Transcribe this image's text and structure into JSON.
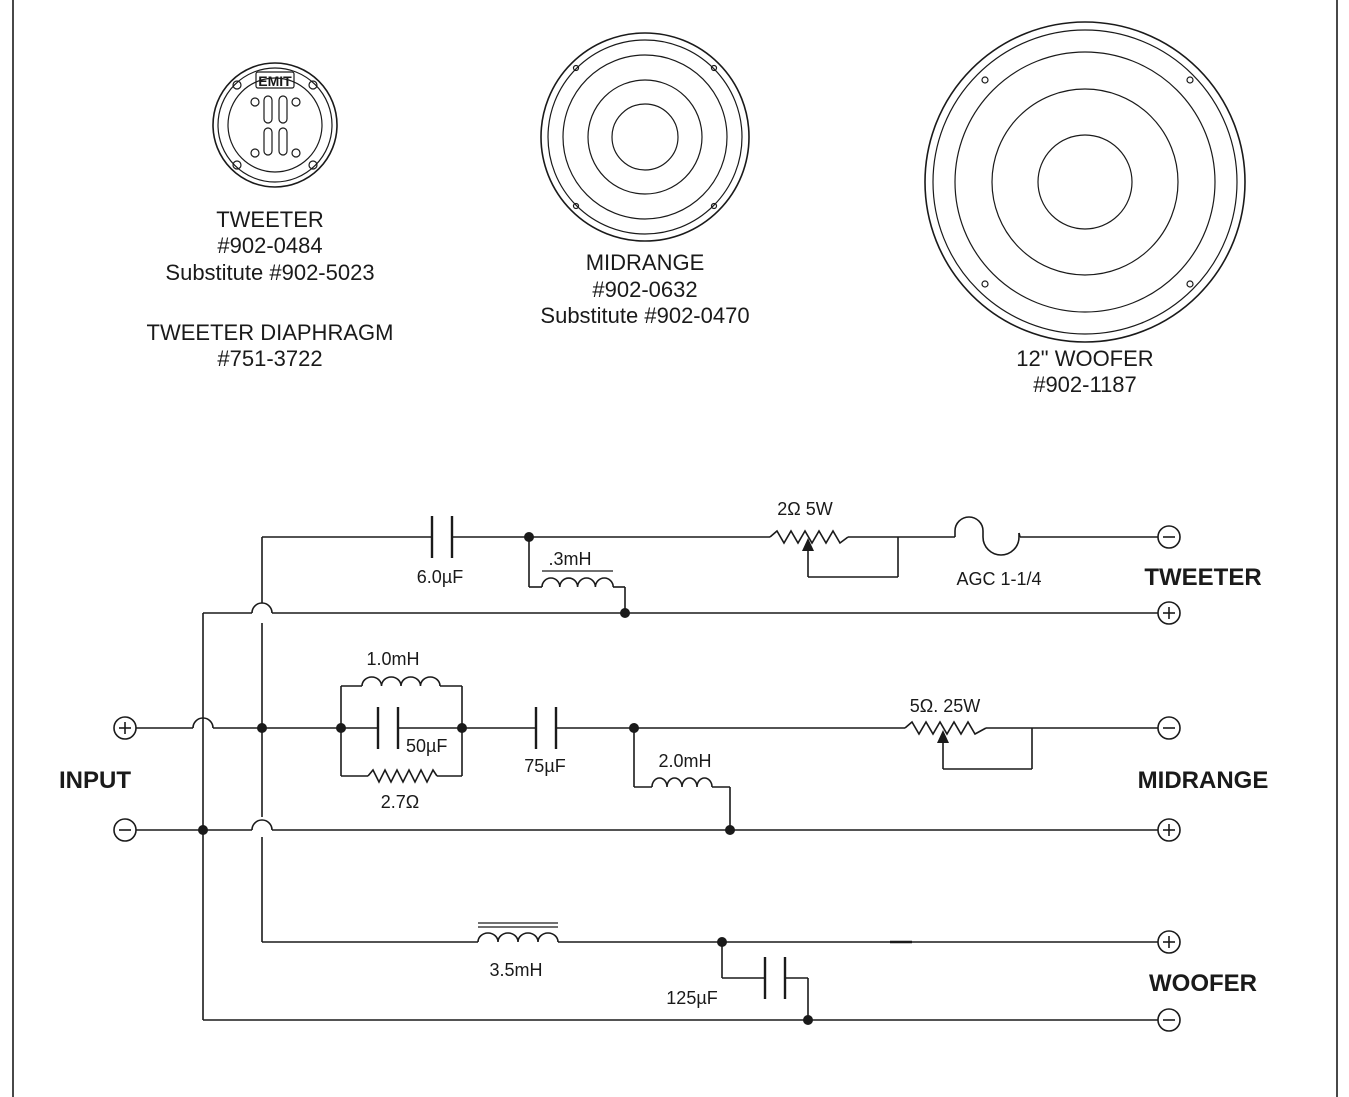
{
  "drivers": {
    "tweeter": {
      "logo": "EMIT",
      "name": "TWEETER",
      "part": "#902-0484",
      "substitute": "Substitute #902-5023",
      "diaphragm_name": "TWEETER DIAPHRAGM",
      "diaphragm_part": "#751-3722"
    },
    "midrange": {
      "name": "MIDRANGE",
      "part": "#902-0632",
      "substitute": "Substitute #902-0470"
    },
    "woofer": {
      "name": "12\" WOOFER",
      "part": "#902-1187"
    }
  },
  "schematic": {
    "input_label": "INPUT",
    "outputs": {
      "tweeter": "TWEETER",
      "midrange": "MIDRANGE",
      "woofer": "WOOFER"
    },
    "components": {
      "tweeter_cap": "6.0µF",
      "tweeter_coil": ".3mH",
      "tweeter_pot": "2Ω 5W",
      "tweeter_fuse": "AGC 1-1/4",
      "mid_coil_parallel": "1.0mH",
      "mid_cap_parallel": "50µF",
      "mid_resistor": "2.7Ω",
      "mid_cap_series": "75µF",
      "mid_coil_shunt": "2.0mH",
      "mid_pot": "5Ω. 25W",
      "woofer_coil": "3.5mH",
      "woofer_cap": "125µF"
    }
  }
}
